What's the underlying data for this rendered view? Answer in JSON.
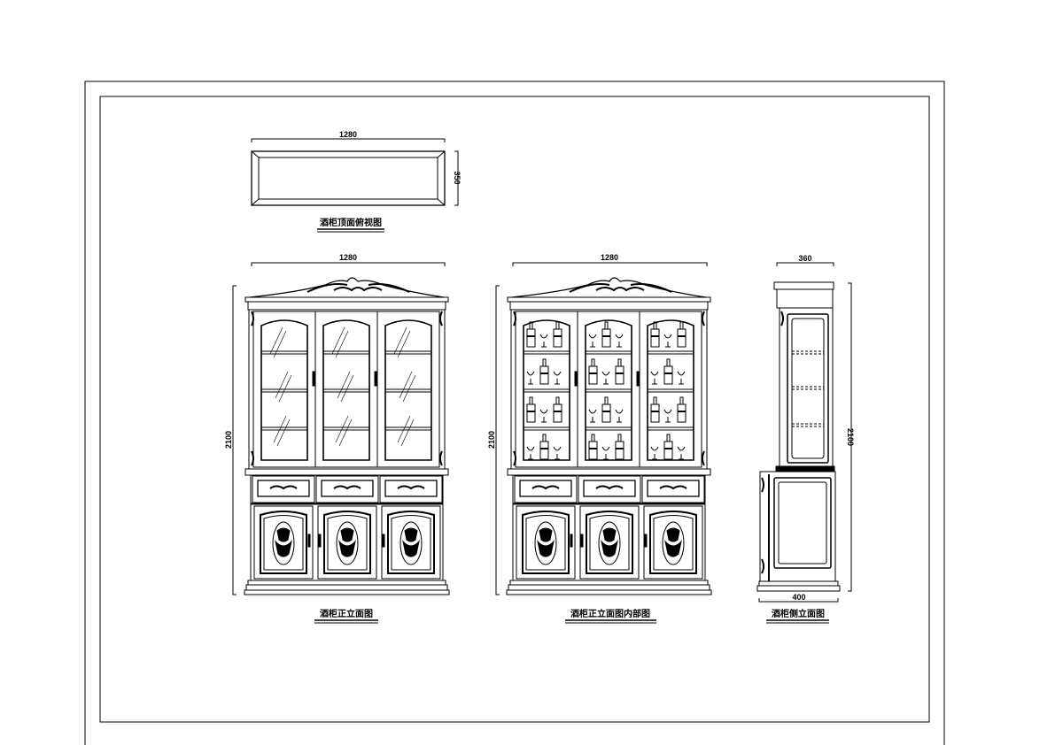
{
  "drawing": {
    "line_color": "#000000",
    "background": "#ffffff",
    "views": {
      "top_view": {
        "title": "酒柜顶面俯视图",
        "width_dim": "1280",
        "depth_dim": "350"
      },
      "front_view": {
        "title": "酒柜正立面图",
        "width_dim": "1280",
        "height_dim": "2100"
      },
      "front_interior_view": {
        "title": "酒柜正立面图内部图",
        "width_dim": "1280",
        "height_dim": "2100"
      },
      "side_view": {
        "title": "酒柜侧立面图",
        "top_depth_dim": "360",
        "bottom_depth_dim": "400",
        "height_dim": "2100"
      }
    }
  }
}
